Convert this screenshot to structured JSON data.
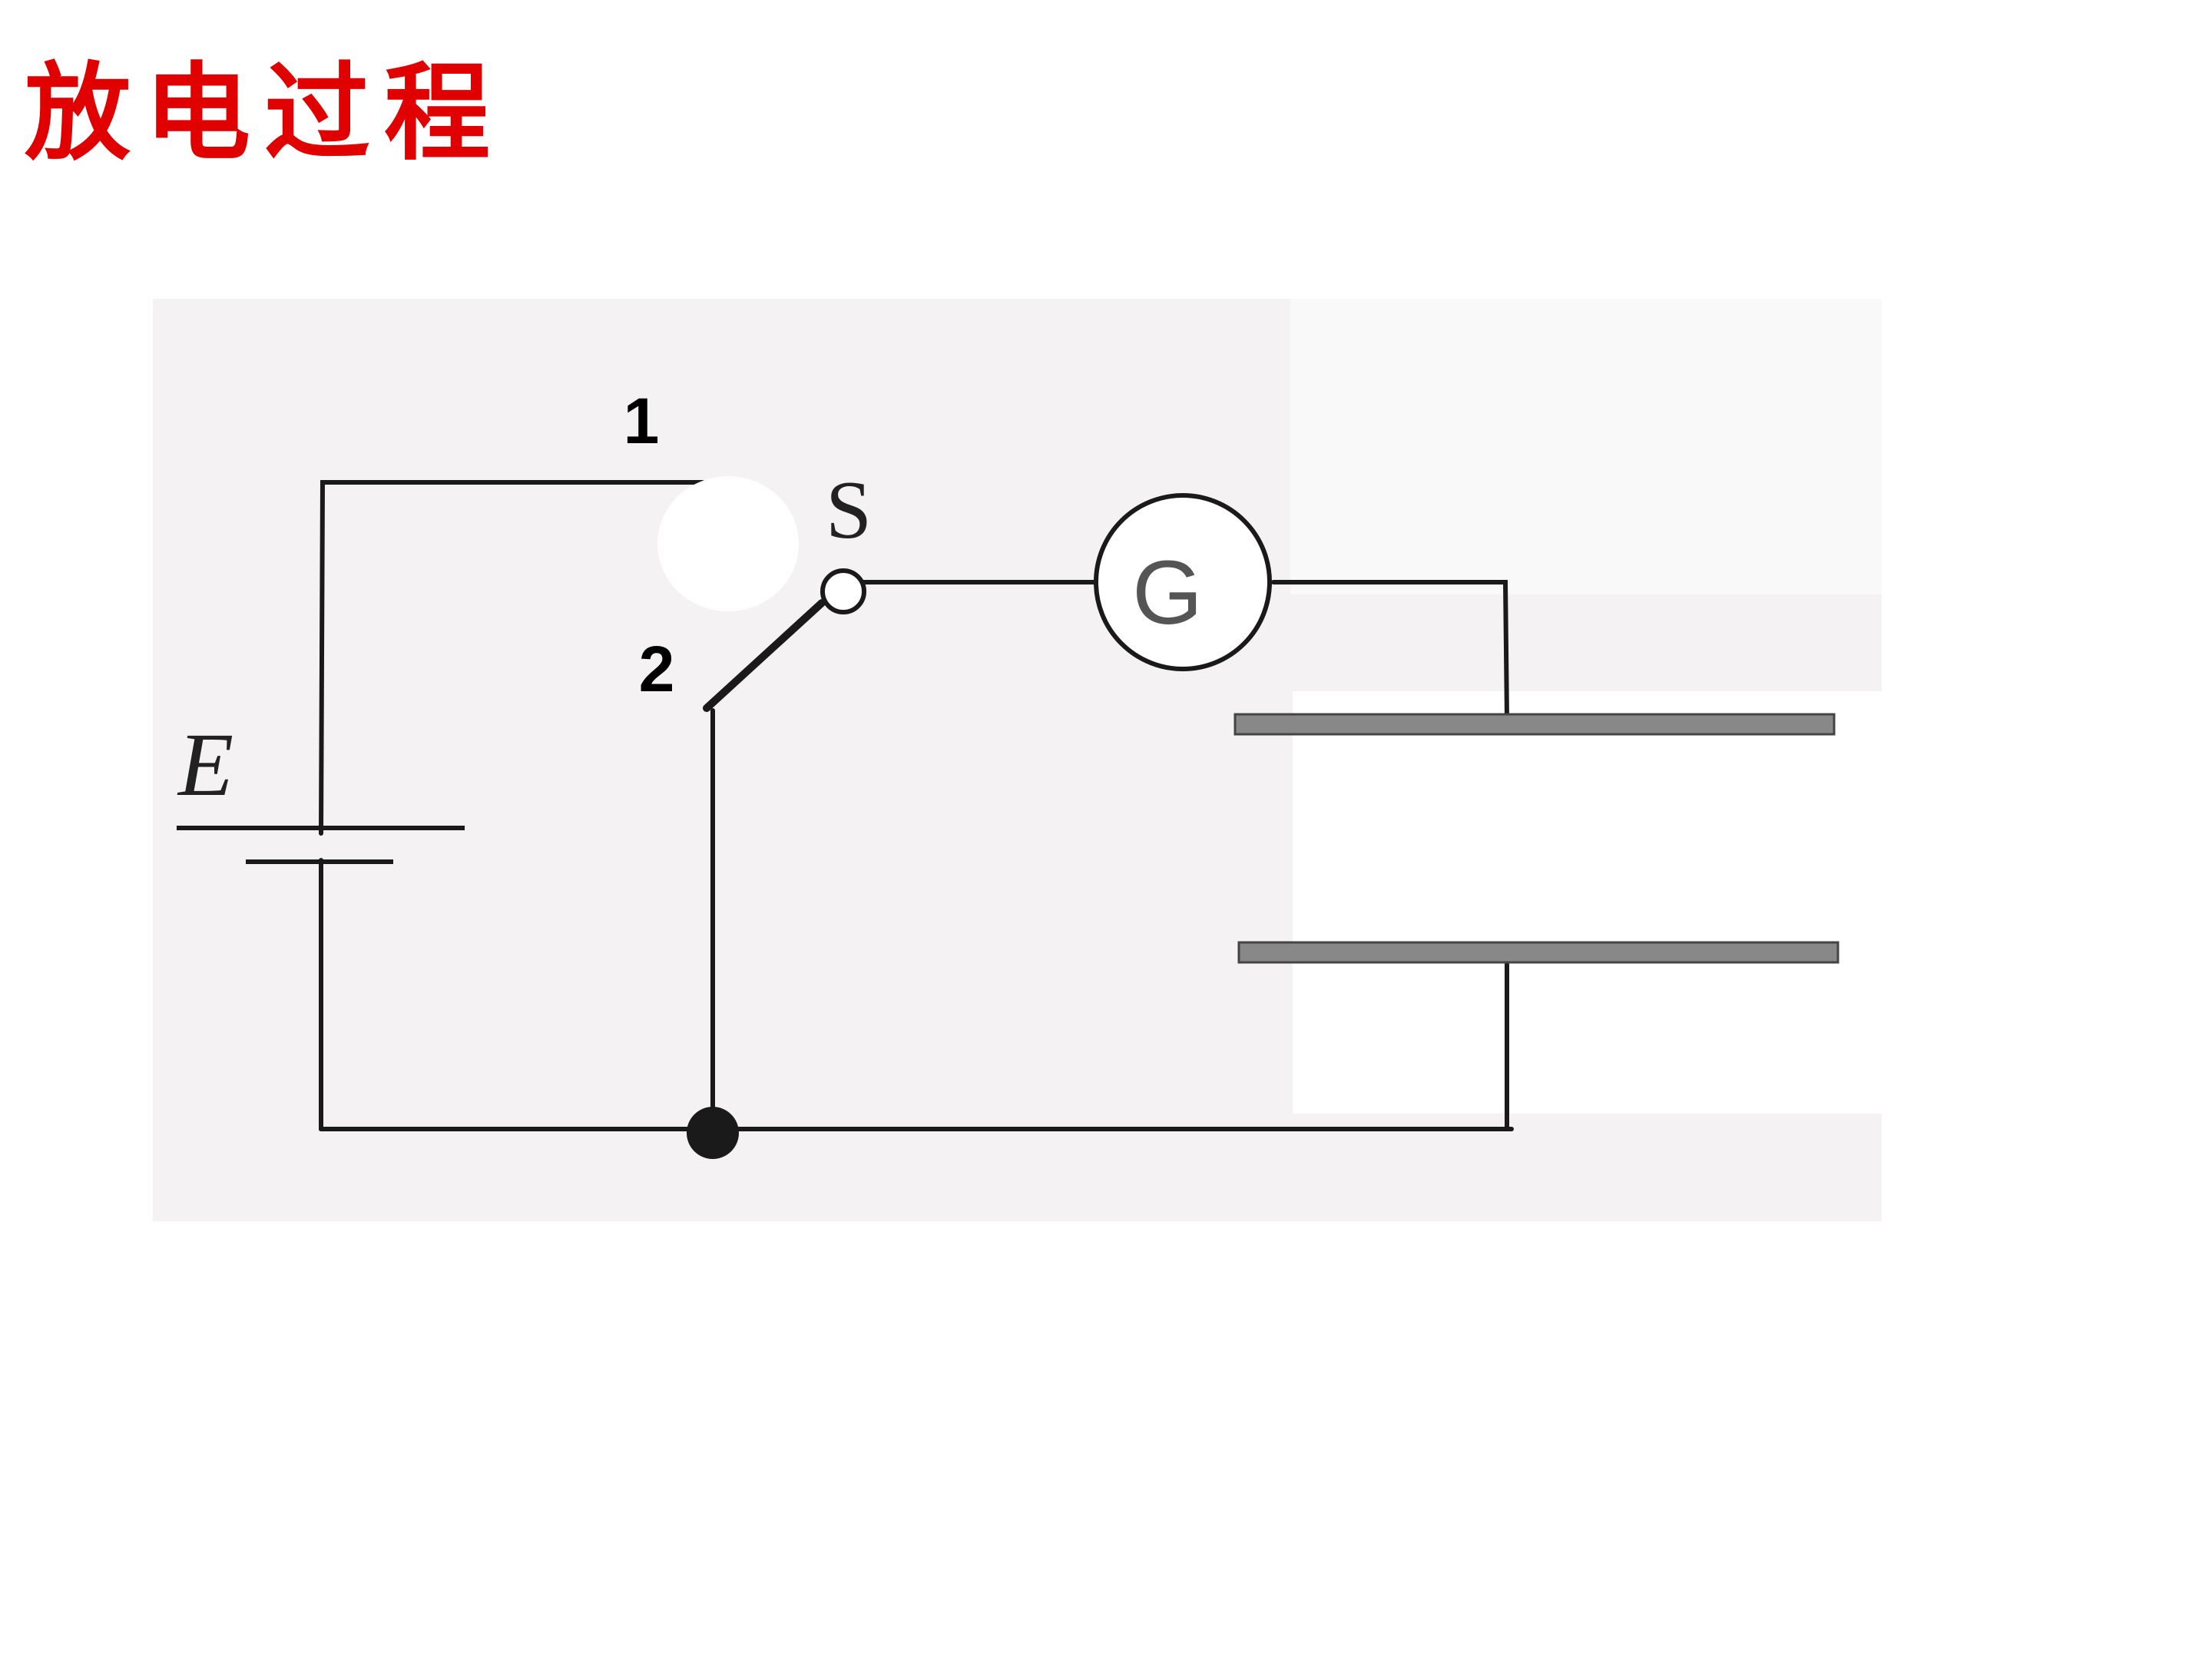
{
  "title": "放电过程",
  "labels": {
    "terminal_1": "1",
    "terminal_2": "2",
    "switch": "S",
    "emf": "E",
    "galvanometer": "G"
  },
  "colors": {
    "title": "#e00000",
    "wire": "#1a1a1a",
    "plate": "#888888",
    "photo_background": "#f4f2f3"
  }
}
